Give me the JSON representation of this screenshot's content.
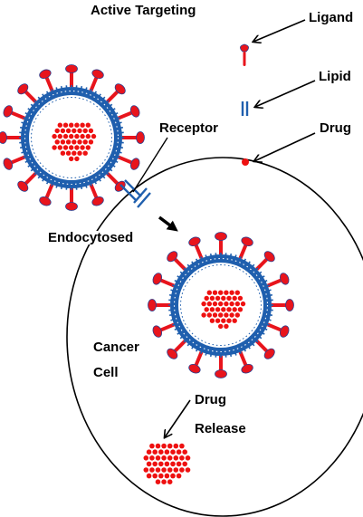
{
  "title": "Active Targeting",
  "legend": {
    "ligand": "Ligand",
    "lipid": "Lipid",
    "drug": "Drug"
  },
  "labels": {
    "receptor": "Receptor",
    "endocytosed": "Endocytosed",
    "cancer": "Cancer",
    "cell": "Cell",
    "drug": "Drug",
    "release": "Release"
  },
  "colors": {
    "ligand": "#e8141c",
    "ligand_outline": "#2a3f8f",
    "lipid": "#1f5fae",
    "drug": "#ee1111",
    "outline": "#000000"
  }
}
